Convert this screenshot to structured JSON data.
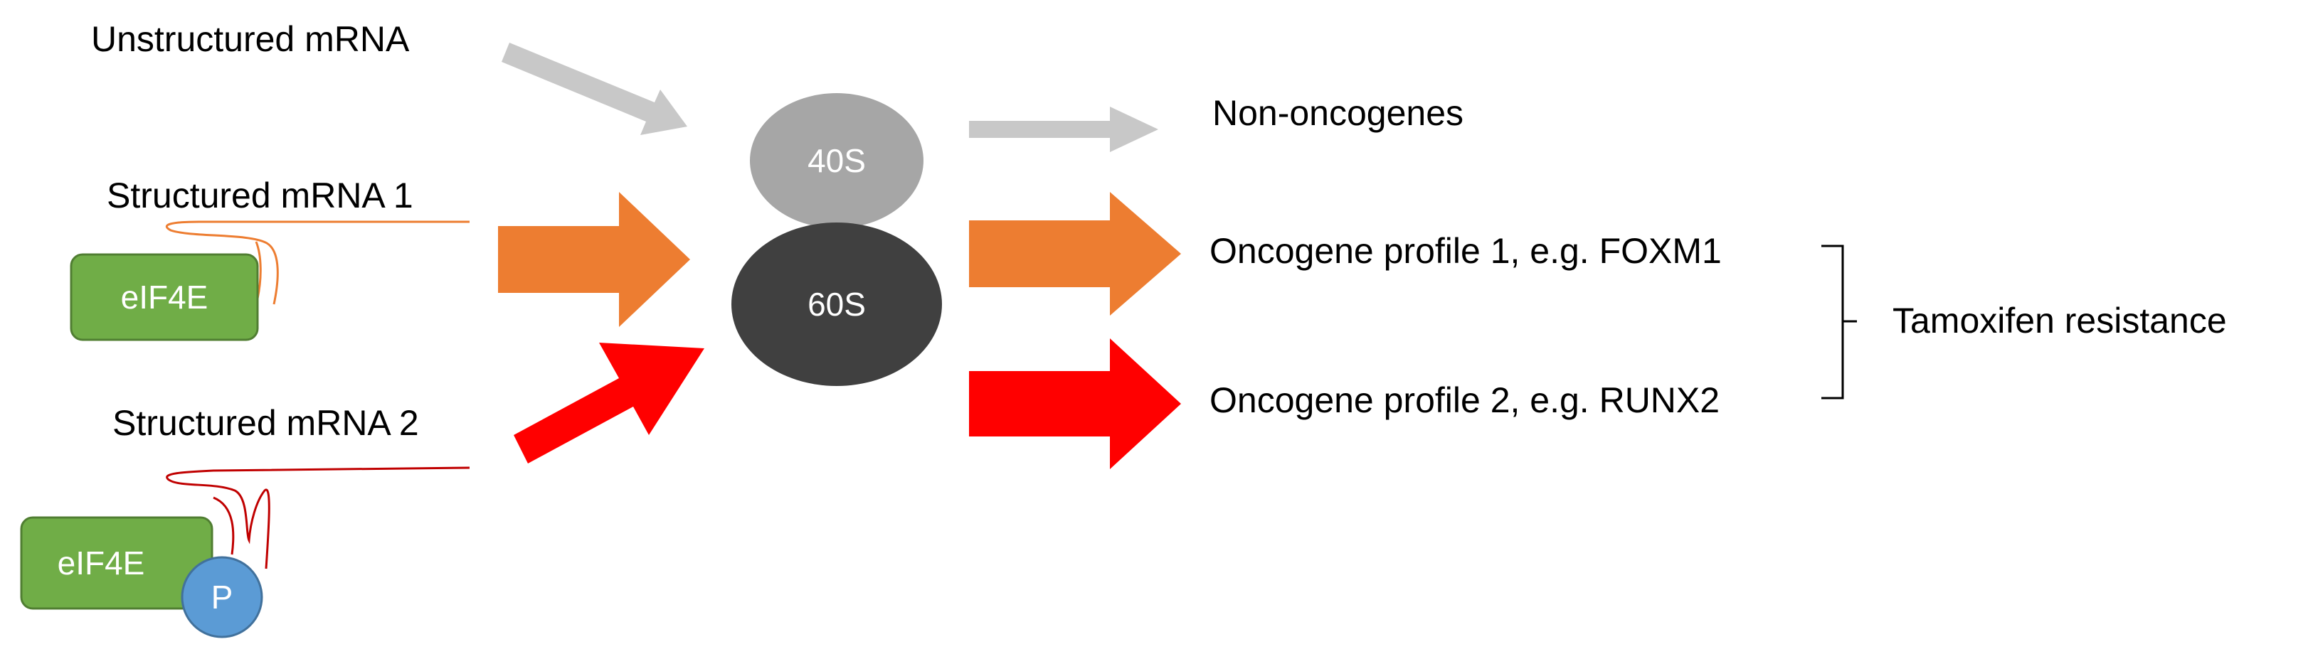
{
  "inputs": {
    "unstructured": "Unstructured mRNA",
    "structured1": "Structured mRNA 1",
    "structured2": "Structured mRNA 2"
  },
  "factors": {
    "eif4e_1": "eIF4E",
    "eif4e_2": "eIF4E",
    "phospho": "P"
  },
  "ribosome": {
    "small": "40S",
    "large": "60S"
  },
  "outputs": {
    "non_oncogenes": "Non-oncogenes",
    "profile1": "Oncogene profile 1, e.g. FOXM1",
    "profile2": "Oncogene profile 2, e.g. RUNX2",
    "phenotype": "Tamoxifen resistance"
  },
  "colors": {
    "gray_arrow": "#c8c8c8",
    "orange_arrow": "#ed7d31",
    "red_arrow": "#ff0000",
    "eif4e_fill": "#70ad47",
    "eif4e_stroke": "#507e32",
    "phospho_fill": "#5b9bd5",
    "phospho_stroke": "#41719c",
    "ribosome_40s": "#a6a6a6",
    "ribosome_60s": "#404040",
    "orange_line": "#ed7d31",
    "red_line": "#c00000"
  }
}
